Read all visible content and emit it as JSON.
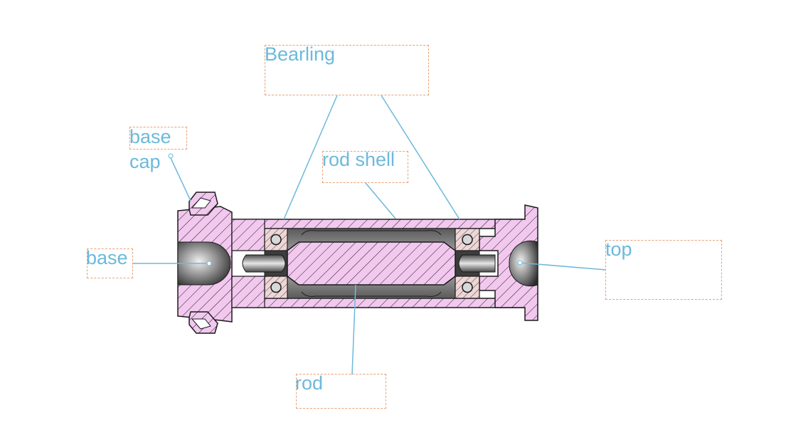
{
  "labels": {
    "bearing": "Bearling",
    "base_cap_line1": "base",
    "base_cap_line2": "cap",
    "rod_shell": "rod shell",
    "base": "base",
    "top": "top",
    "rod": "rod"
  },
  "colors": {
    "label_text": "#6cb9dc",
    "leader_line": "#6cb9dc",
    "callout_box_border": "#e8a277",
    "section_fill": "#f2c8ef",
    "hatch_line": "#1a1a1a",
    "bearing_fill": "#efd6d6",
    "cavity_dark": "#3a3a3a",
    "cavity_mid": "#8c8c8c",
    "pin_light": "#d9d9d9"
  }
}
